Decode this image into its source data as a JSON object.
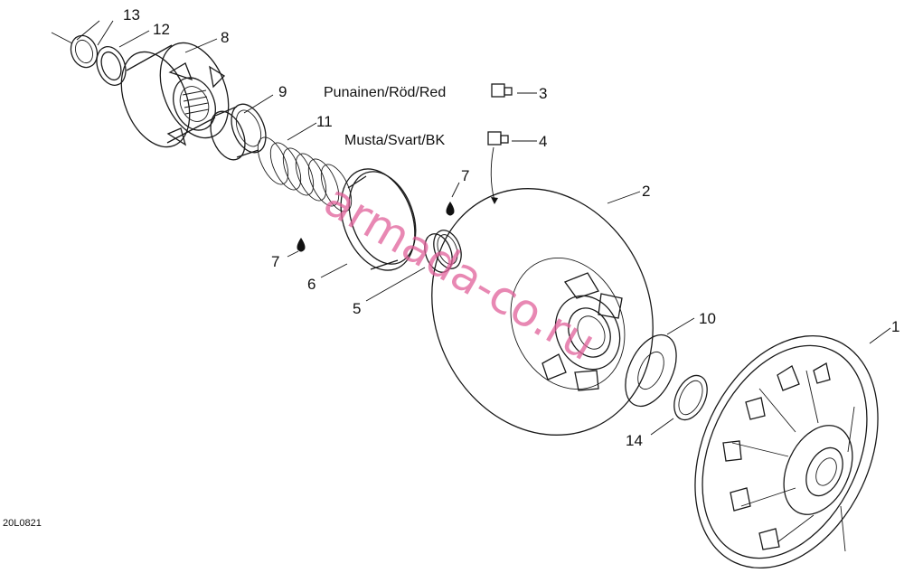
{
  "callouts": {
    "c1": "1",
    "c2": "2",
    "c3": "3",
    "c4": "4",
    "c5": "5",
    "c6": "6",
    "c7a": "7",
    "c7b": "7",
    "c8": "8",
    "c9": "9",
    "c10": "10",
    "c11": "11",
    "c12": "12",
    "c13": "13",
    "c14": "14"
  },
  "notes": {
    "red": "Punainen/Röd/Red",
    "black": "Musta/Svart/BK"
  },
  "figure_code": "20L0821",
  "watermark": "armada-co.ru",
  "colors": {
    "line": "#1a1a1a",
    "watermark": "#e0609a",
    "background": "#ffffff"
  },
  "icons": {
    "lubricant": "oil-drop-icon"
  }
}
